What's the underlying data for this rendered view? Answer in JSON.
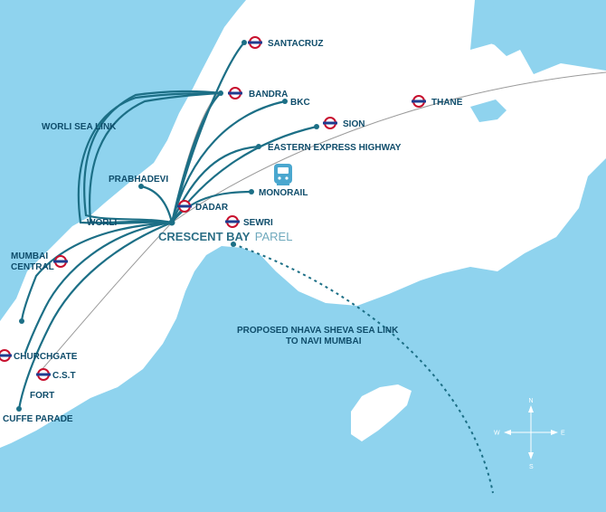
{
  "hub": {
    "name": "CRESCENT BAY",
    "locality": "PAREL"
  },
  "places": {
    "santacruz": "SANTACRUZ",
    "bandra": "BANDRA",
    "bkc": "BKC",
    "worli_sea_link": "WORLI SEA LINK",
    "sion": "SION",
    "thane": "THANE",
    "eastern_express_highway": "EASTERN EXPRESS HIGHWAY",
    "prabhadevi": "PRABHADEVI",
    "monorail": "MONORAIL",
    "dadar": "DADAR",
    "worli": "WORLI",
    "sewri": "SEWRI",
    "mumbai": "MUMBAI",
    "central": "CENTRAL",
    "churchgate": "CHURCHGATE",
    "cst": "C.S.T",
    "fort": "FORT",
    "cuffe_parade": "CUFFE PARADE"
  },
  "proposed": {
    "line1": "PROPOSED NHAVA SHEVA SEA LINK",
    "line2": "TO NAVI MUMBAI"
  },
  "compass": {
    "n": "N",
    "s": "S",
    "e": "E",
    "w": "W"
  },
  "colors": {
    "sea": "#8fd3ee",
    "land": "#ffffff",
    "route": "#1c6f86",
    "rail_symbol": "#c8102e",
    "rail_bar": "#1f3c8f"
  },
  "icons": {
    "station": "rail-station-icon",
    "monorail": "monorail-train-icon",
    "compass": "compass-rose-icon"
  }
}
